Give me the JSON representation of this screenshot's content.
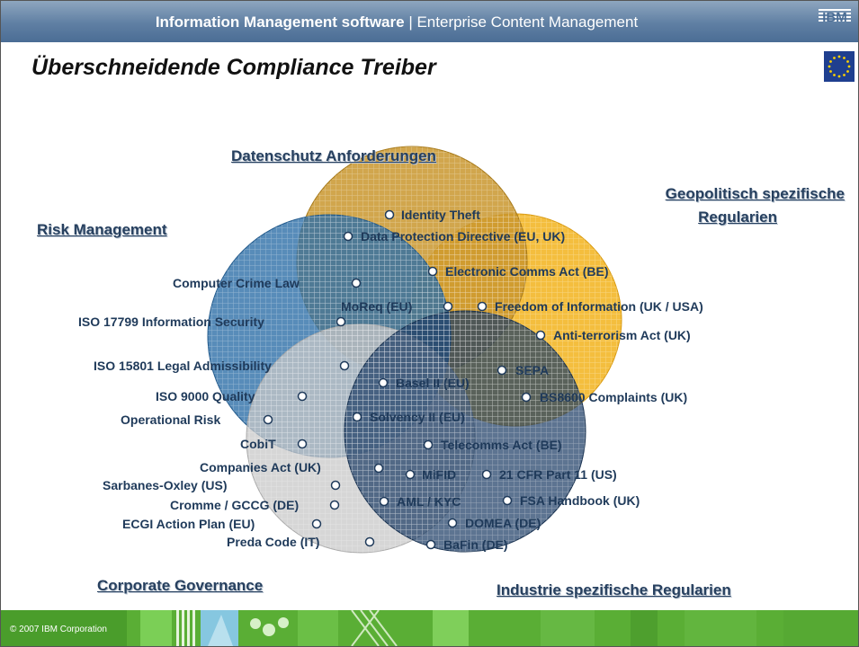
{
  "header": {
    "bold": "Information Management software",
    "separator": " | ",
    "rest": "Enterprise Content Management",
    "logo": "IBM"
  },
  "title": "Überschneidende Compliance Treiber",
  "eu_flag_icon": "eu-stars-icon",
  "headings": {
    "datenschutz": "Datenschutz Anforderungen",
    "geopolitisch_1": "Geopolitisch spezifische",
    "geopolitisch_2": "Regularien",
    "risk": "Risk Management",
    "corporate": "Corporate Governance",
    "industrie": "Industrie spezifische Regularien"
  },
  "items": {
    "identity_theft": "Identity Theft",
    "data_protection": "Data Protection Directive (EU, UK)",
    "electronic_comms": "Electronic Comms Act (BE)",
    "computer_crime": "Computer Crime Law",
    "moreq": "MoReq (EU)",
    "freedom_info": "Freedom of Information (UK / USA)",
    "iso17799": "ISO 17799 Information Security",
    "anti_terror": "Anti-terrorism Act (UK)",
    "iso15801": "ISO 15801 Legal Admissibility",
    "sepa": "SEPA",
    "basel": "Basel II (EU)",
    "iso9000": "ISO 9000 Quality",
    "bs8600": "BS8600 Complaints (UK)",
    "operational_risk": "Operational Risk",
    "solvency": "Solvency II (EU)",
    "cobit": "CobiT",
    "telecomms": "Telecomms Act (BE)",
    "companies_act": "Companies Act (UK)",
    "mifid": "MiFID",
    "cfr": "21 CFR Part 11 (US)",
    "sox": "Sarbanes-Oxley (US)",
    "aml": "AML / KYC",
    "fsa": "FSA Handbook (UK)",
    "cromme": "Cromme / GCCG (DE)",
    "domea": "DOMEA (DE)",
    "ecgi": "ECGI Action Plan (EU)",
    "preda": "Preda Code (IT)",
    "bafin": "BaFin (DE)"
  },
  "footer": {
    "copyright": "© 2007 IBM Corporation"
  },
  "colors": {
    "header": "#5f7fa3",
    "datenschutz_circle": "#c9962e",
    "geopolitisch_circle": "#f2b31c",
    "risk_circle": "#2e6fa8",
    "corporate_circle": "#c8c8c8",
    "industrie_circle": "#1e3e66",
    "footer": "#5aae35"
  }
}
